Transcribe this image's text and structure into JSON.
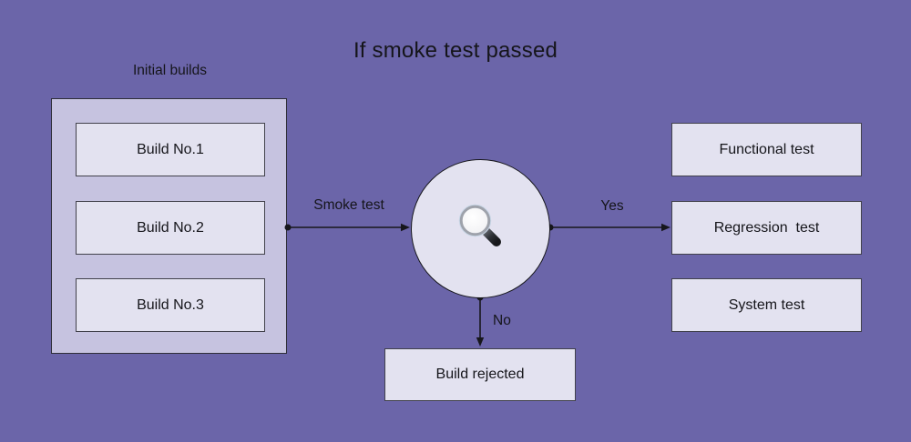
{
  "title": "If smoke test passed",
  "colors": {
    "background": "#6B65A9",
    "container_fill": "#C6C3E0",
    "node_fill": "#E3E2F0",
    "node_border": "#41414B",
    "edge_stroke": "#17171C",
    "text": "#15151A"
  },
  "initial_builds": {
    "label": "Initial builds",
    "items": [
      "Build No.1",
      "Build No.2",
      "Build No.3"
    ]
  },
  "decision": {
    "icon": "magnifying-glass-icon"
  },
  "edges": {
    "smoke_test_label": "Smoke test",
    "yes_label": "Yes",
    "no_label": "No"
  },
  "outcomes": {
    "items": [
      "Functional test",
      "Regression  test",
      "System test"
    ],
    "rejected": "Build rejected"
  }
}
